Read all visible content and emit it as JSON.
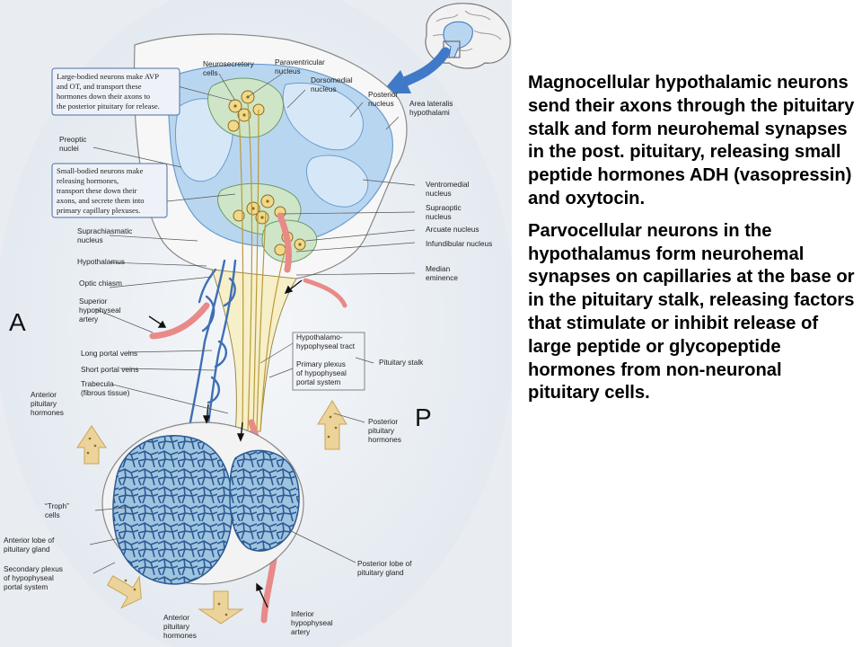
{
  "figure": {
    "labels": {
      "neurosecretory": [
        "Neurosecretory",
        "cells"
      ],
      "paraventricular": [
        "Paraventricular",
        "nucleus"
      ],
      "dorsomedial": [
        "Dorsomedial",
        "nucleus"
      ],
      "posterior_nucleus": [
        "Posterior",
        "nucleus"
      ],
      "area_lateralis": [
        "Area lateralis",
        "hypothalami"
      ],
      "preoptic": [
        "Preoptic",
        "nuclei"
      ],
      "ventromedial": [
        "Ventromedial",
        "nucleus"
      ],
      "supraoptic": [
        "Supraoptic",
        "nucleus"
      ],
      "arcuate": "Arcuate nucleus",
      "infundibular": "Infundibular nucleus",
      "suprachiasmatic": [
        "Suprachiasmatic",
        "nucleus"
      ],
      "hypothalamus": "Hypothalamus",
      "median_eminence": [
        "Median",
        "eminence"
      ],
      "optic_chiasm": "Optic chiasm",
      "superior_artery": [
        "Superior",
        "hypophyseal",
        "artery"
      ],
      "hypothalamo_tract": [
        "Hypothalamo-",
        "hypophyseal tract"
      ],
      "primary_plexus": [
        "Primary plexus",
        "of hypophyseal",
        "portal system"
      ],
      "pituitary_stalk": "Pituitary stalk",
      "long_portal": "Long portal veins",
      "short_portal": "Short portal veins",
      "trabecula": [
        "Trabecula",
        "(fibrous tissue)"
      ],
      "anterior_hormones_left": [
        "Anterior",
        "pituitary",
        "hormones"
      ],
      "posterior_hormones": [
        "Posterior",
        "pituitary",
        "hormones"
      ],
      "troph_cells": [
        "“Troph”",
        "cells"
      ],
      "anterior_lobe": [
        "Anterior lobe of",
        "pituitary gland"
      ],
      "secondary_plexus": [
        "Secondary plexus",
        "of hypophyseal",
        "portal system"
      ],
      "posterior_lobe": [
        "Posterior lobe of",
        "pituitary gland"
      ],
      "anterior_hormones_bottom": [
        "Anterior",
        "pituitary",
        "hormones"
      ],
      "inferior_artery": [
        "Inferior",
        "hypophyseal",
        "artery"
      ]
    },
    "box_large": [
      "Large-bodied neurons make AVP",
      "and OT, and transport these",
      "hormones down their axons to",
      "the posterior pituitary for release."
    ],
    "box_small": [
      "Small-bodied neurons make",
      "releasing hormones,",
      "transport these down their",
      "axons, and secrete them into",
      "primary capillary  plexuses."
    ],
    "marker_a": "A",
    "marker_p": "P"
  },
  "text": {
    "paragraph_1": "Magnocellular hypothalamic neurons send their axons through the pituitary stalk and form neurohemal synapses in the post. pituitary, releasing small peptide hormones ADH (vasopressin) and oxytocin.",
    "paragraph_2": "Parvocellular neurons in the hypothalamus form neurohemal synapses on capillaries at the base or in the pituitary stalk, releasing factors that stimulate or inhibit release of large peptide or glycopeptide hormones from non-neuronal pituitary cells."
  },
  "colors": {
    "paper": "#e9edf2",
    "brain_blue": "#b9d6f0",
    "nucleus_green": "#cfe5c8",
    "neuron_yellow": "#f0d98a",
    "vessel_blue": "#3f6fb3",
    "artery_pink": "#e88a88",
    "gland_blue": "#9fc4df"
  }
}
